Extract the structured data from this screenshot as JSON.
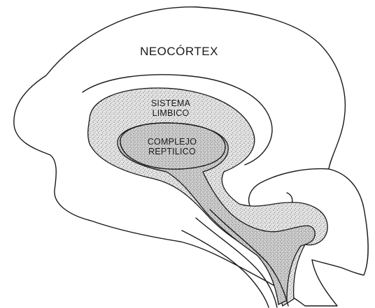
{
  "labels": {
    "neocortex": "NEOCÓRTEX",
    "limbic_line1": "SISTEMA",
    "limbic_line2": "LIMBICO",
    "reptilian_line1": "COMPLEJO",
    "reptilian_line2": "REPTILICO"
  },
  "colors": {
    "ink": "#1a1a1a",
    "stipple_fill": "#e2e2e2",
    "background": "#ffffff"
  }
}
